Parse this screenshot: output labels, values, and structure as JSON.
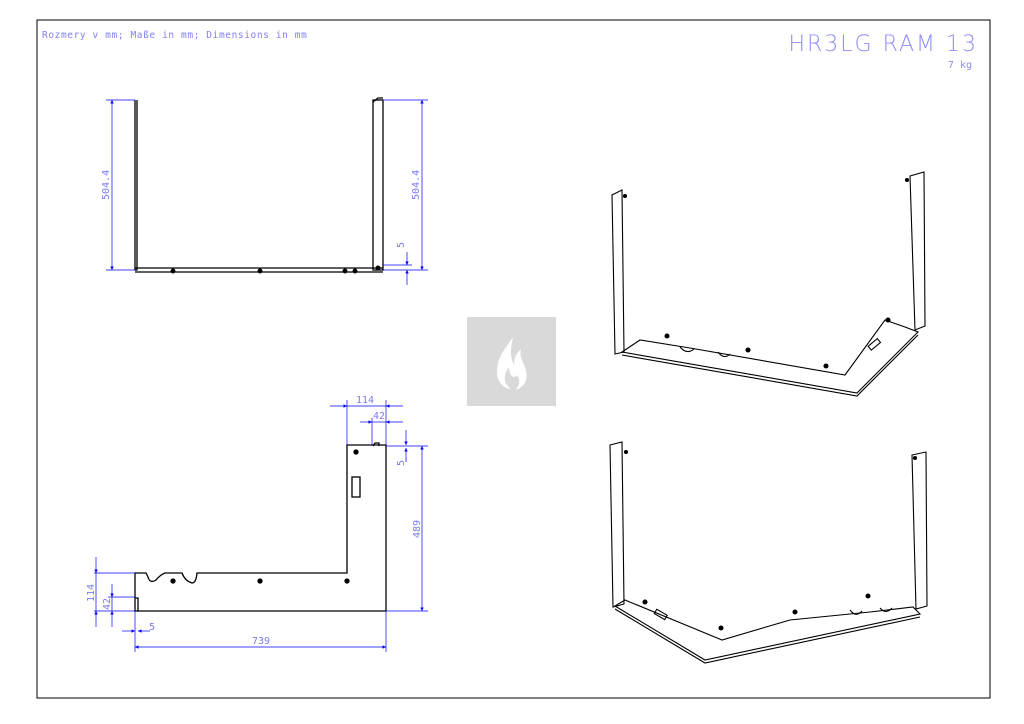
{
  "header": {
    "units_note": "Rozmery v mm; Maße in mm; Dimensions in mm",
    "model": "HR3LG RAM 13",
    "weight": "7 kg"
  },
  "front_view": {
    "dim_left_height": "504.4",
    "dim_right_height": "504.4",
    "dim_offset": "5"
  },
  "top_view": {
    "dim_top_width": "114",
    "dim_top_inner": "42",
    "dim_top_offset": "5",
    "dim_depth": "489",
    "dim_left_width": "114",
    "dim_left_inner": "42",
    "dim_left_offset": "5",
    "dim_total_width": "739"
  },
  "colors": {
    "dimension": "#0000ff",
    "dimension_text": "#7b7bf0",
    "outline": "#000000",
    "logo_bg": "#d9d9d9"
  }
}
